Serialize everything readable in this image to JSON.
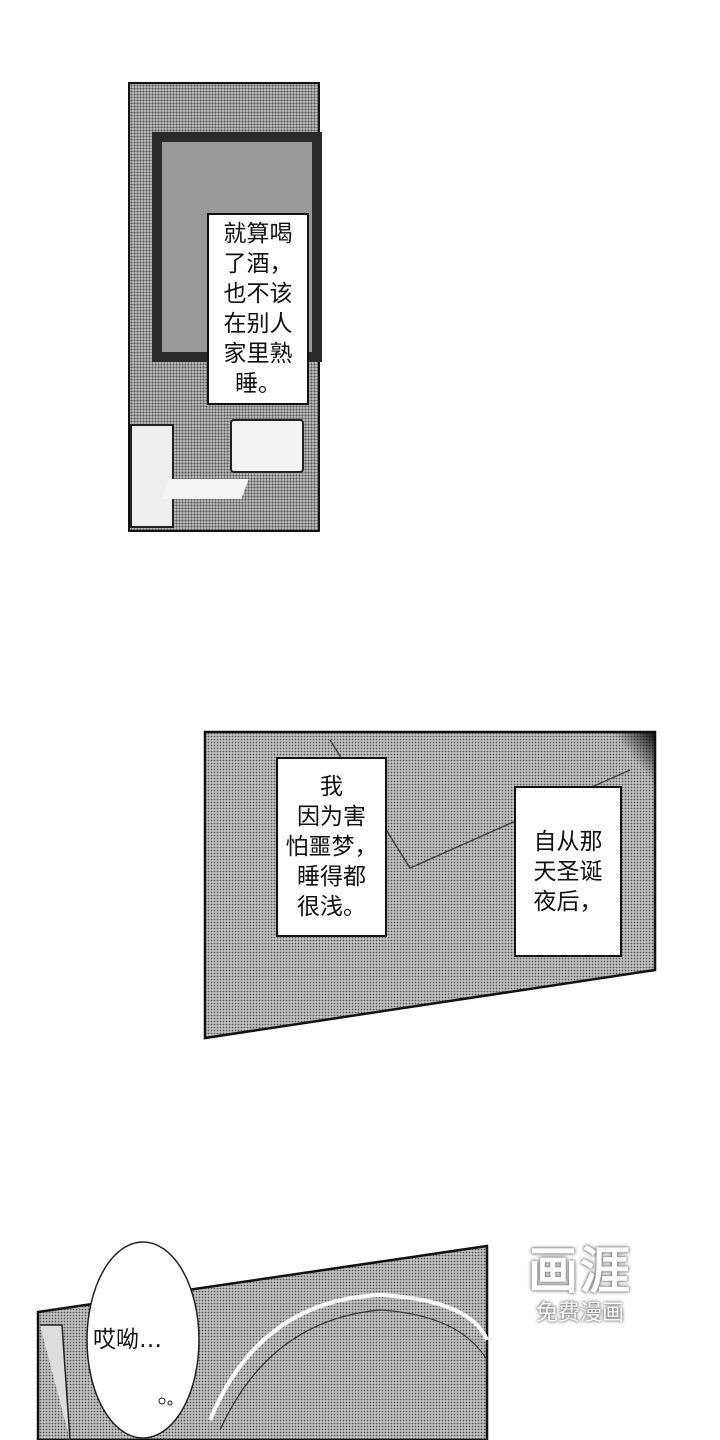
{
  "panel1": {
    "caption_lines": [
      "就算喝",
      "了酒，",
      "也不该",
      "在别人",
      "家里熟",
      "睡。"
    ]
  },
  "panel2": {
    "caption_left_lines": [
      "我",
      "因为害",
      "怕噩梦，",
      "睡得都",
      "很浅。"
    ],
    "caption_right_lines": [
      "自从那",
      "天圣诞",
      "夜后，"
    ]
  },
  "panel3": {
    "bubble_text": "哎呦…"
  },
  "watermark": {
    "logo": "画涯",
    "tagline": "免费漫画"
  }
}
